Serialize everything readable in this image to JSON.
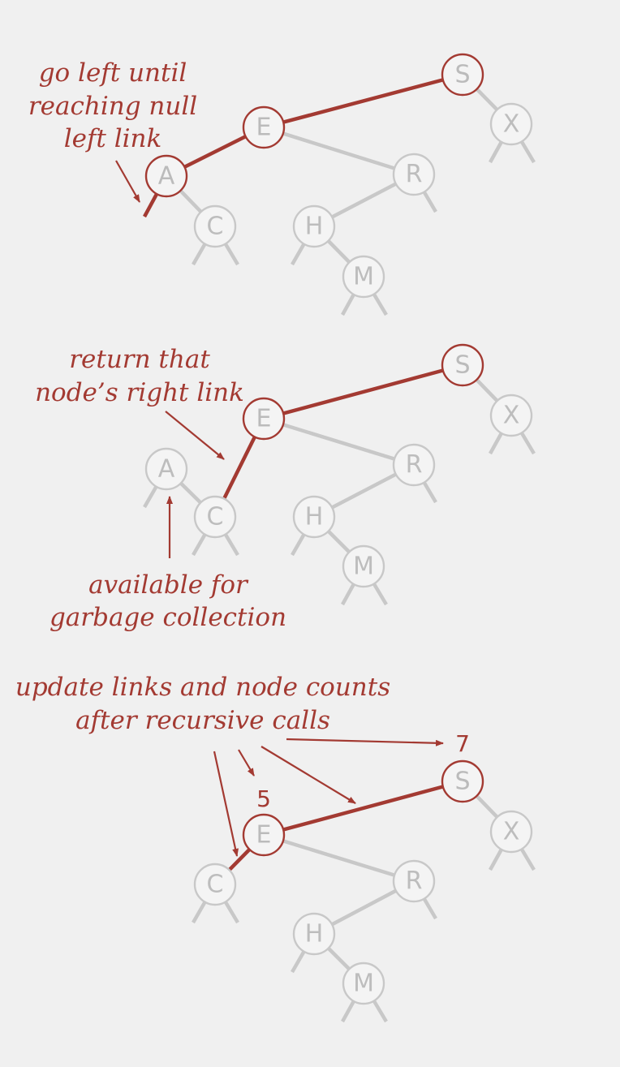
{
  "colors": {
    "red": "#a33a32",
    "gray": "#c8c8c8",
    "node_fill": "#f4f4f4",
    "background": "#f0f0f0"
  },
  "panels": [
    {
      "id": "panel1",
      "captions": {
        "go_left": [
          "go left until",
          "reaching null",
          "left link"
        ]
      },
      "nodes": [
        {
          "key": "S",
          "state": "path"
        },
        {
          "key": "X",
          "state": "gray"
        },
        {
          "key": "E",
          "state": "path"
        },
        {
          "key": "R",
          "state": "gray"
        },
        {
          "key": "A",
          "state": "path"
        },
        {
          "key": "C",
          "state": "gray"
        },
        {
          "key": "H",
          "state": "gray"
        },
        {
          "key": "M",
          "state": "gray"
        }
      ]
    },
    {
      "id": "panel2",
      "captions": {
        "return_link": [
          "return that",
          "node’s right link"
        ],
        "garbage": [
          "available for",
          "garbage collection"
        ]
      },
      "nodes": [
        {
          "key": "S",
          "state": "path"
        },
        {
          "key": "X",
          "state": "gray"
        },
        {
          "key": "E",
          "state": "path"
        },
        {
          "key": "R",
          "state": "gray"
        },
        {
          "key": "A",
          "state": "gray"
        },
        {
          "key": "C",
          "state": "gray"
        },
        {
          "key": "H",
          "state": "gray"
        },
        {
          "key": "M",
          "state": "gray"
        }
      ]
    },
    {
      "id": "panel3",
      "captions": {
        "update": [
          "update links and node counts",
          "after recursive calls"
        ]
      },
      "counts": {
        "S": "7",
        "E": "5"
      },
      "nodes": [
        {
          "key": "S",
          "state": "path"
        },
        {
          "key": "X",
          "state": "gray"
        },
        {
          "key": "E",
          "state": "path"
        },
        {
          "key": "R",
          "state": "gray"
        },
        {
          "key": "C",
          "state": "gray"
        },
        {
          "key": "H",
          "state": "gray"
        },
        {
          "key": "M",
          "state": "gray"
        }
      ]
    }
  ]
}
